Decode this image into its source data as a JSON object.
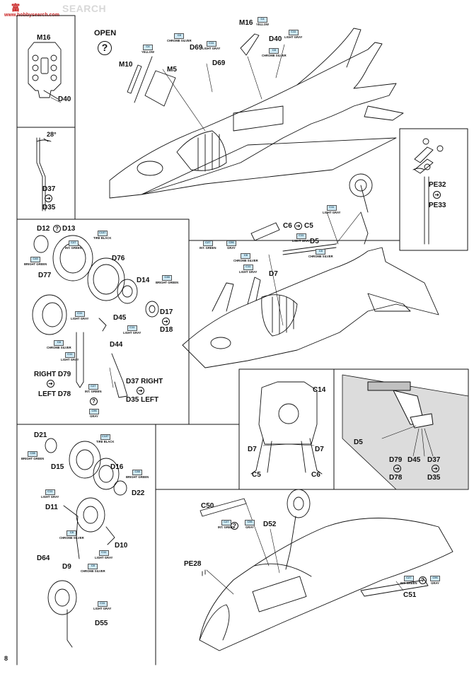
{
  "watermark": {
    "logo": "富",
    "text": "SEARCH",
    "subtext": "www.hobbysearch.com"
  },
  "page_number": "8",
  "colors": {
    "line": "#111111",
    "paint_chip": "#cfe9f5",
    "paint_text": "#1d4e64",
    "watermark": "#d8d8d8",
    "watermark_red": "#c81e1e",
    "inset_fill": "#dcdcdc"
  },
  "top_left_box": {
    "part": "M16",
    "callout": "D40"
  },
  "angle_box": {
    "angle": "28°",
    "part_a": "D37",
    "part_b": "D35"
  },
  "wheel_box": {
    "labels": [
      "D12",
      "D13",
      "D77",
      "D76",
      "D14",
      "D17",
      "D18",
      "D45",
      "D44",
      "RIGHT D79",
      "LEFT D78",
      "D37 RIGHT",
      "D35 LEFT"
    ],
    "paints": [
      {
        "code": "C27",
        "name": "INT. GREEN"
      },
      {
        "code": "C137",
        "name": "TIRE BLACK"
      },
      {
        "code": "C40",
        "name": "BRIGHT GREEN"
      },
      {
        "code": "C38",
        "name": "BRIGHT GREEN"
      },
      {
        "code": "C11",
        "name": "LIGHT GRAY"
      },
      {
        "code": "C11",
        "name": "LIGHT GRAY"
      },
      {
        "code": "C8",
        "name": "CHROME SILVER"
      },
      {
        "code": "C11",
        "name": "LIGHT GRAY"
      },
      {
        "code": "C27",
        "name": "INT. GREEN"
      },
      {
        "code": "C56",
        "name": "GRAY"
      }
    ]
  },
  "main_top": {
    "open_label": "OPEN",
    "labels": [
      "M16",
      "D69",
      "D69",
      "D40",
      "M10",
      "M5"
    ],
    "paints": [
      {
        "code": "C8",
        "name": "CHROME SILVER"
      },
      {
        "code": "C4",
        "name": "YELLOW"
      },
      {
        "code": "C11",
        "name": "LIGHT GRAY"
      },
      {
        "code": "C4",
        "name": "YELLOW"
      },
      {
        "code": "C11",
        "name": "LIGHT GRAY"
      },
      {
        "code": "C8",
        "name": "CHROME SILVER"
      }
    ]
  },
  "pe_box": {
    "labels": [
      "PE32",
      "PE33"
    ]
  },
  "middle": {
    "labels": [
      "C6",
      "C5",
      "D5",
      "D7"
    ],
    "paints": [
      {
        "code": "C11",
        "name": "LIGHT GRAY"
      },
      {
        "code": "C27",
        "name": "INT. GREEN"
      },
      {
        "code": "C56",
        "name": "GRAY"
      },
      {
        "code": "C8",
        "name": "CHROME SILVER"
      },
      {
        "code": "C11",
        "name": "LIGHT GRAY"
      },
      {
        "code": "C11",
        "name": "LIGHT GRAY"
      },
      {
        "code": "C8",
        "name": "CHROME SILVER"
      }
    ]
  },
  "bay_box": {
    "labels": [
      "C14",
      "D7",
      "D7",
      "C5",
      "C6"
    ]
  },
  "inset_box": {
    "labels": [
      "D5",
      "D79",
      "D45",
      "D37",
      "D78",
      "D35"
    ]
  },
  "nose_wheel_box": {
    "labels": [
      "D21",
      "D15",
      "D16",
      "D22",
      "D11",
      "D10",
      "D64",
      "D9",
      "D55"
    ],
    "paints": [
      {
        "code": "C137",
        "name": "TIRE BLACK"
      },
      {
        "code": "C38",
        "name": "BRIGHT GREEN"
      },
      {
        "code": "C38",
        "name": "BRIGHT GREEN"
      },
      {
        "code": "C11",
        "name": "LIGHT GRAY"
      },
      {
        "code": "C8",
        "name": "CHROME SILVER"
      },
      {
        "code": "C11",
        "name": "LIGHT GRAY"
      },
      {
        "code": "C8",
        "name": "CHROME SILVER"
      },
      {
        "code": "C11",
        "name": "LIGHT GRAY"
      }
    ]
  },
  "nose_main": {
    "labels": [
      "C50",
      "D52",
      "PE28",
      "C51"
    ],
    "paints": [
      {
        "code": "C27",
        "name": "INT. GREEN"
      },
      {
        "code": "C56",
        "name": "GRAY"
      },
      {
        "code": "C27",
        "name": "INT. GREEN"
      },
      {
        "code": "C56",
        "name": "GRAY"
      }
    ]
  }
}
